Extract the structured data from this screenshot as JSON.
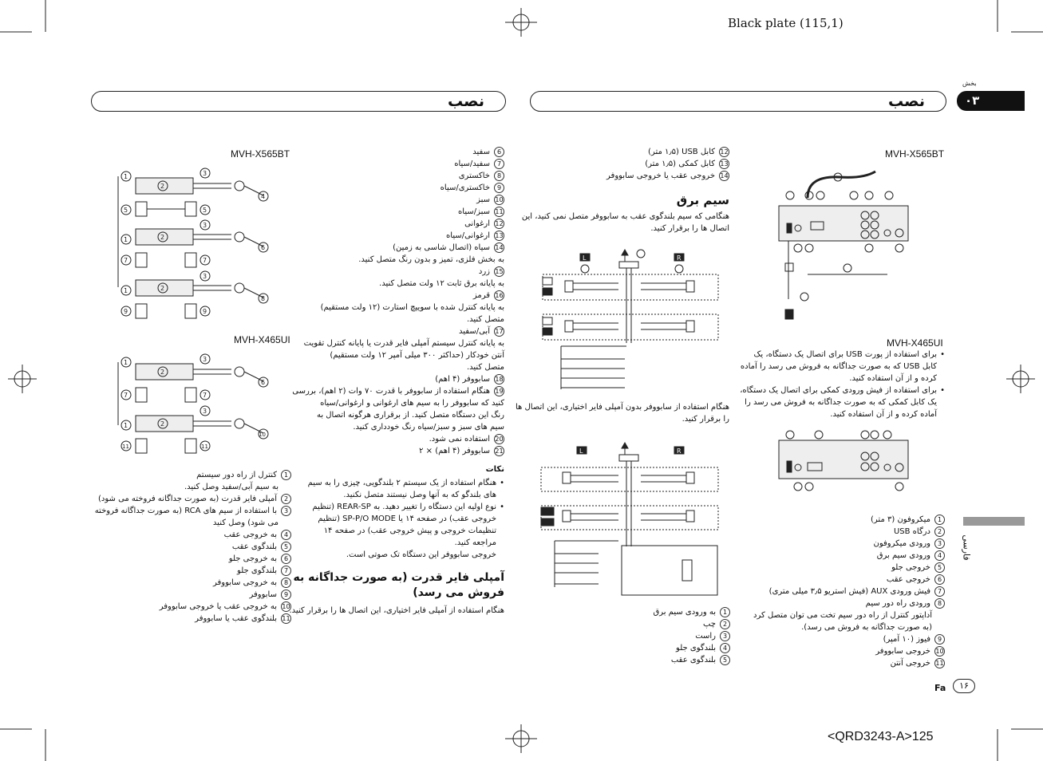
{
  "plate": "Black plate (115,1)",
  "footer_code": "<QRD3243-A>125",
  "page_number": "۱۶",
  "lang_code": "Fa",
  "side_tab": "فارسی",
  "section": {
    "label": "بخش",
    "number": "۰۳"
  },
  "header_left": "نصب",
  "header_right": "نصب",
  "col1": {
    "model_a": "MVH-X565BT",
    "model_b": "MVH-X465UI",
    "legend": [
      {
        "n": "1",
        "t": "کنترل از راه دور سیستم"
      },
      {
        "n": "",
        "t": "به سیم آبی/سفید وصل کنید."
      },
      {
        "n": "2",
        "t": "آمپلی فایر قدرت (به صورت جداگانه فروخته می شود)"
      },
      {
        "n": "3",
        "t": "با استفاده از سیم های RCA (به صورت جداگانه فروخته"
      },
      {
        "n": "",
        "t": "می شود) وصل کنید"
      },
      {
        "n": "4",
        "t": "به خروجی عقب"
      },
      {
        "n": "5",
        "t": "بلندگوی عقب"
      },
      {
        "n": "6",
        "t": "به خروجی جلو"
      },
      {
        "n": "7",
        "t": "بلندگوی جلو"
      },
      {
        "n": "8",
        "t": "به خروجی سابووفر"
      },
      {
        "n": "9",
        "t": "سابووفر"
      },
      {
        "n": "10",
        "t": "به خروجی عقب یا خروجی سابووفر"
      },
      {
        "n": "11",
        "t": "بلندگوی عقب یا سابووفر"
      }
    ]
  },
  "col2": {
    "list": [
      {
        "n": "6",
        "t": "سفید"
      },
      {
        "n": "7",
        "t": "سفید/سیاه"
      },
      {
        "n": "8",
        "t": "خاکستری"
      },
      {
        "n": "9",
        "t": "خاکستری/سیاه"
      },
      {
        "n": "10",
        "t": "سبز"
      },
      {
        "n": "11",
        "t": "سبز/سیاه"
      },
      {
        "n": "12",
        "t": "ارغوانی"
      },
      {
        "n": "13",
        "t": "ارغوانی/سیاه"
      },
      {
        "n": "14",
        "t": "سیاه (اتصال شاسی به زمین)"
      },
      {
        "n": "",
        "t": "به بخش فلزی، تمیز و بدون رنگ متصل کنید."
      },
      {
        "n": "15",
        "t": "زرد"
      },
      {
        "n": "",
        "t": "به پایانه برق ثابت ۱۲ ولت متصل کنید."
      },
      {
        "n": "16",
        "t": "قرمز"
      },
      {
        "n": "",
        "t": "به پایانه کنترل شده با سوییچ استارت (۱۲ ولت مستقیم)"
      },
      {
        "n": "",
        "t": "متصل کنید."
      },
      {
        "n": "17",
        "t": "آبی/سفید"
      },
      {
        "n": "",
        "t": "به پایانه کنترل سیستم آمپلی فایر قدرت یا پایانه کنترل تقویت"
      },
      {
        "n": "",
        "t": "آنتن خودکار (حداکثر ۳۰۰ میلی آمپر ۱۲ ولت مستقیم)"
      },
      {
        "n": "",
        "t": "متصل کنید."
      },
      {
        "n": "18",
        "t": "سابووفر (۴ اهم)"
      },
      {
        "n": "19",
        "t": "هنگام استفاده از سابووفر با قدرت ۷۰ وات (۲ اهم)، بررسی"
      },
      {
        "n": "",
        "t": "کنید که سابووفر را به سیم های ارغوانی و ارغوانی/سیاه"
      },
      {
        "n": "",
        "t": "رنگ این دستگاه متصل کنید. از برقراری هرگونه اتصال به"
      },
      {
        "n": "",
        "t": "سیم های سبز و سبز/سیاه رنگ خودداری کنید."
      },
      {
        "n": "20",
        "t": "استفاده نمی شود."
      },
      {
        "n": "21",
        "t": "سابووفر (۴ اهم) × ۲"
      }
    ],
    "note_title": "نکات",
    "notes": [
      {
        "t": "هنگام استفاده از یک سیستم ۲ بلندگویی، چیزی را به سیم",
        "b": true
      },
      {
        "t": "های بلندگو که به آنها وصل نیستند متصل نکنید.",
        "b": false
      },
      {
        "t": "نوع اولیه این دستگاه را تغییر دهید. به REAR-SP (تنظیم",
        "b": true
      },
      {
        "t": "خروجی عقب) در صفحه ۱۴ یا SP-P/O MODE (تنظیم",
        "b": false
      },
      {
        "t": "تنظیمات خروجی و پیش خروجی عقب) در صفحه ۱۴",
        "b": false
      },
      {
        "t": "مراجعه کنید.",
        "b": false
      },
      {
        "t": "خروجی سابووفر این دستگاه تک صوتی است.",
        "b": false
      }
    ],
    "amp_heading_1": "آمپلی فایر قدرت (به صورت جداگانه به",
    "amp_heading_2": "فروش می رسد)",
    "amp_text": "هنگام استفاده از آمپلی فایر اختیاری، این اتصال ها را برقرار کنید."
  },
  "col3": {
    "top_list": [
      {
        "n": "12",
        "t": "کابل USB (۱٫۵ متر)"
      },
      {
        "n": "13",
        "t": "کابل کمکی (۱٫۵ متر)"
      },
      {
        "n": "14",
        "t": "خروجی عقب یا خروجی سابووفر"
      }
    ],
    "heading": "سیم برق",
    "intro_1": "هنگامی که سیم بلندگوی عقب به سابووفر متصل نمی کنید، این",
    "intro_2": "اتصال ها را برقرار کنید.",
    "mid_1": "هنگام استفاده از سابووفر بدون آمپلی فایر اختیاری، این اتصال ها",
    "mid_2": "را برقرار کنید.",
    "bottom_list": [
      {
        "n": "1",
        "t": "به ورودی سیم برق"
      },
      {
        "n": "2",
        "t": "چپ"
      },
      {
        "n": "3",
        "t": "راست"
      },
      {
        "n": "4",
        "t": "بلندگوی جلو"
      },
      {
        "n": "5",
        "t": "بلندگوی عقب"
      }
    ]
  },
  "col4": {
    "model_a": "MVH-X565BT",
    "model_b": "MVH-X465UI",
    "bullets": [
      {
        "t": "برای استفاده از پورت USB برای اتصال یک دستگاه، یک",
        "b": true
      },
      {
        "t": "کابل USB که به صورت جداگانه به فروش می رسد را آماده",
        "b": false
      },
      {
        "t": "کرده و از آن استفاده کنید.",
        "b": false
      },
      {
        "t": "برای استفاده از فیش ورودی کمکی برای اتصال یک دستگاه،",
        "b": true
      },
      {
        "t": "یک کابل کمکی که به صورت جداگانه به فروش می رسد را",
        "b": false
      },
      {
        "t": "آماده کرده و از آن استفاده کنید.",
        "b": false
      }
    ],
    "legend": [
      {
        "n": "1",
        "t": "میکروفون (۳ متر)"
      },
      {
        "n": "2",
        "t": "درگاه USB"
      },
      {
        "n": "3",
        "t": "ورودی میکروفون"
      },
      {
        "n": "4",
        "t": "ورودی سیم برق"
      },
      {
        "n": "5",
        "t": "خروجی جلو"
      },
      {
        "n": "6",
        "t": "خروجی عقب"
      },
      {
        "n": "7",
        "t": "فیش ورودی AUX (فیش استریو ۳٫۵ میلی متری)"
      },
      {
        "n": "8",
        "t": "ورودی راه دور سیم"
      },
      {
        "n": "",
        "t": "آداپتور کنترل از راه دور سیم تخت می توان متصل کرد"
      },
      {
        "n": "",
        "t": "(به صورت جداگانه به فروش می رسد)."
      },
      {
        "n": "9",
        "t": "فیوز (۱۰ آمپر)"
      },
      {
        "n": "10",
        "t": "خروجی سابووفر"
      },
      {
        "n": "11",
        "t": "خروجی آنتن"
      }
    ]
  }
}
